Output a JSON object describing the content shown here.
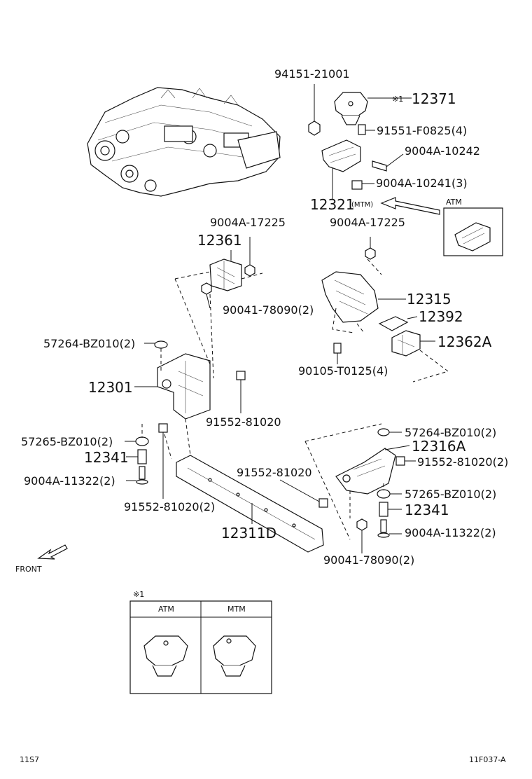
{
  "labels": {
    "p94151": "94151-21001",
    "p12371": "12371",
    "p12371_mark": "※1",
    "p91551": "91551-F0825(4)",
    "p10242": "9004A-10242",
    "p10241": "9004A-10241(3)",
    "p12321": "12321",
    "p12321_mtm": "(MTM)",
    "atm_inset": "ATM",
    "p17225_left": "9004A-17225",
    "p17225_right": "9004A-17225",
    "p12361": "12361",
    "p90041_top": "90041-78090(2)",
    "p12315": "12315",
    "p12392": "12392",
    "p12362A": "12362A",
    "p57264_left": "57264-BZ010(2)",
    "p90105": "90105-T0125(4)",
    "p12301": "12301",
    "p91552_mid": "91552-81020",
    "p57265_left": "57265-BZ010(2)",
    "p12341_left": "12341",
    "p11322_left": "9004A-11322(2)",
    "p57264_right": "57264-BZ010(2)",
    "p12316A": "12316A",
    "p91552_right": "91552-81020(2)",
    "p91552_center": "91552-81020",
    "p57265_right": "57265-BZ010(2)",
    "p12341_right": "12341",
    "p11322_right": "9004A-11322(2)",
    "p91552_bottom": "91552-81020(2)",
    "p12311D": "12311D",
    "p90041_bottom": "90041-78090(2)",
    "front": "FRONT",
    "table_mark": "※1",
    "table_col_atm": "ATM",
    "table_col_mtm": "MTM",
    "footer_left": "11S7",
    "footer_right": "11F037-A"
  },
  "icons": {
    "front_arrow": "front-arrow-icon",
    "atm_arrow": "hollow-arrow-left-icon"
  }
}
